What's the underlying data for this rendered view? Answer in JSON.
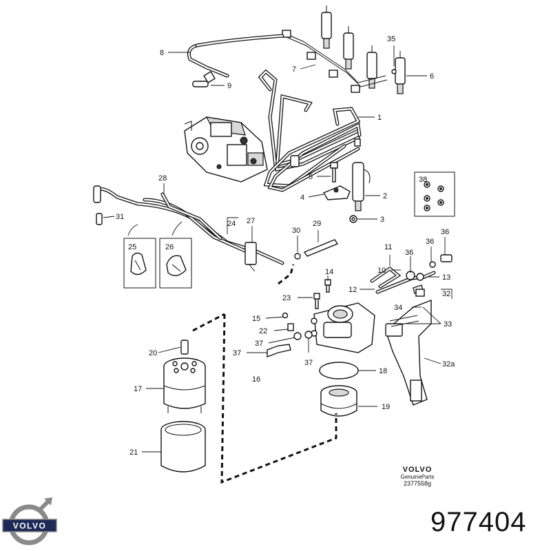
{
  "brand": {
    "logo_text": "VOLVO",
    "small_brand": "VOLVO",
    "genuine": "GenuineParts",
    "drawing_code": "2377558g"
  },
  "part_number": "977404",
  "callouts": [
    "1",
    "2",
    "3",
    "4",
    "5",
    "6",
    "7",
    "8",
    "9",
    "10",
    "11",
    "12",
    "13",
    "14",
    "15",
    "16",
    "17",
    "18",
    "19",
    "20",
    "21",
    "22",
    "23",
    "24",
    "25",
    "26",
    "27",
    "28",
    "29",
    "30",
    "31",
    "32",
    "32a",
    "33",
    "34",
    "35",
    "36",
    "36",
    "36",
    "37",
    "37",
    "37",
    "38"
  ],
  "icons": [
    "volvo-logo-icon",
    "injector-icon",
    "pump-icon",
    "filter-icon"
  ],
  "colors": {
    "ink": "#111111",
    "paper": "#ffffff",
    "shade": "#d9d9d9"
  }
}
